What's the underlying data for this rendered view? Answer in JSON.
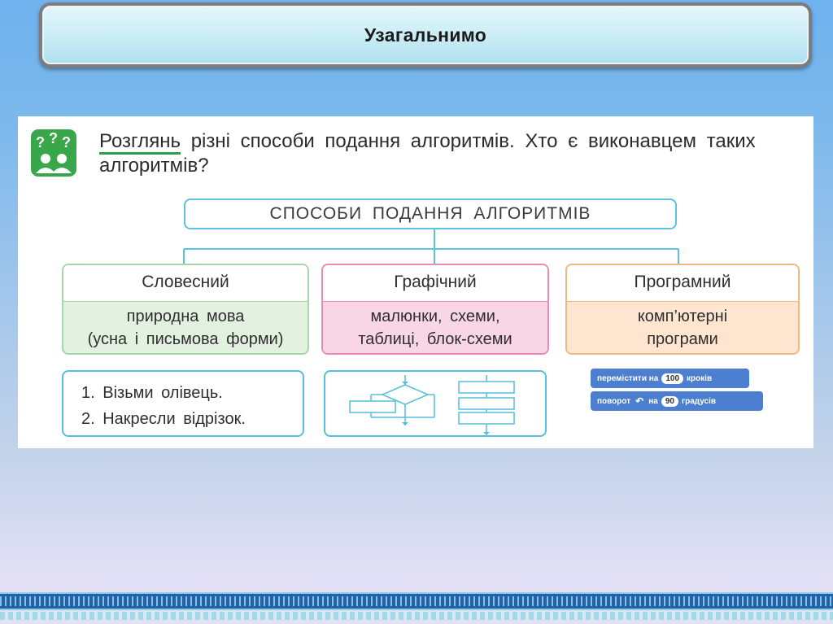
{
  "slide": {
    "title": "Узагальнимо"
  },
  "task": {
    "icon": "thinking-children-icon",
    "highlight": "Розглянь",
    "rest": " різні способи подання алгоритмів. Хто є виконавцем таких алгоритмів?"
  },
  "diagram": {
    "main_label": "СПОСОБИ ПОДАННЯ АЛГОРИТМІВ",
    "cards": [
      {
        "head": "Словесний",
        "line1": "природна мова",
        "line2": "(усна і письмова форми)",
        "color": "#e3f1e1"
      },
      {
        "head": "Графічний",
        "line1": "малюнки, схеми,",
        "line2": "таблиці, блок-схеми",
        "color": "#f8d6e5"
      },
      {
        "head": "Програмний",
        "line1": "комп’ютерні",
        "line2": "програми",
        "color": "#fde5cf"
      }
    ],
    "verbal_example": {
      "items": [
        "1. Візьми олівець.",
        "2. Накресли відрізок."
      ]
    },
    "program_example": {
      "block1": {
        "text1": "перемістити на",
        "value": "100",
        "text2": "кроків"
      },
      "block2": {
        "text1": "поворот",
        "icon": "rotate-left-icon",
        "text2": "на",
        "value": "90",
        "text3": "градусів"
      }
    }
  }
}
